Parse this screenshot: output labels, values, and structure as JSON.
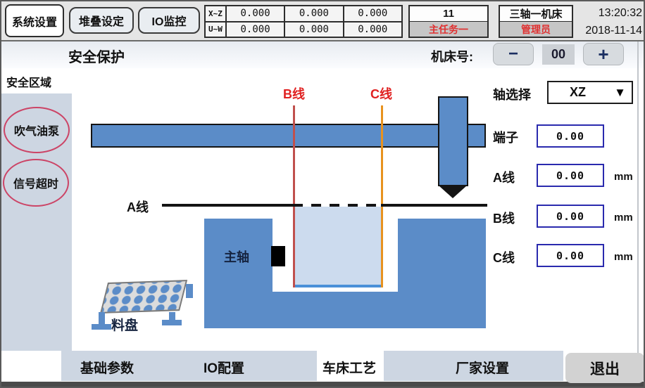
{
  "header": {
    "tabs": [
      {
        "label": "系统设置",
        "active": true
      },
      {
        "label": "堆叠设定",
        "active": false
      },
      {
        "label": "IO监控",
        "active": false
      }
    ],
    "coords": {
      "rows": [
        {
          "label": "X~Z",
          "values": [
            "0.000",
            "0.000",
            "0.000"
          ]
        },
        {
          "label": "U~W",
          "values": [
            "0.000",
            "0.000",
            "0.000"
          ]
        }
      ]
    },
    "task": {
      "number": "11",
      "name": "主任务一"
    },
    "machine": {
      "name": "三轴一机床",
      "user": "管理员"
    },
    "time": "13:20:32",
    "date": "2018-11-14"
  },
  "subheader": {
    "title": "安全保护",
    "machine_no_label": "机床号:",
    "minus_label": "−",
    "machine_no_value": "00",
    "plus_label": "+"
  },
  "sidebar": {
    "tab": "安全区域",
    "alarms": [
      "吹气油泵",
      "信号超时"
    ]
  },
  "diagram": {
    "b_line_label": "B线",
    "c_line_label": "C线",
    "a_line_label": "A线",
    "spindle_label": "主轴",
    "tray_label": "料盘"
  },
  "panel": {
    "axis_label": "轴选择",
    "axis_value": "XZ",
    "dropdown_arrow": "▼",
    "rows": [
      {
        "label": "端子",
        "value": "0.00",
        "unit": ""
      },
      {
        "label": "A线",
        "value": "0.00",
        "unit": "mm"
      },
      {
        "label": "B线",
        "value": "0.00",
        "unit": "mm"
      },
      {
        "label": "C线",
        "value": "0.00",
        "unit": "mm"
      }
    ]
  },
  "footer": {
    "tabs": [
      {
        "label": "基础参数",
        "active": false
      },
      {
        "label": "IO配置",
        "active": false
      },
      {
        "label": "车床工艺",
        "active": true
      },
      {
        "label": "厂家设置",
        "active": false
      }
    ],
    "exit_label": "退出"
  },
  "colors": {
    "machine_blue": "#5b8cc8",
    "pool_fill": "#ccdbee",
    "pool_bottom": "#4a90d8",
    "b_line": "#c0504d",
    "c_line": "#e8921e",
    "alert_red": "#e02020",
    "panel_bg": "#cdd6e2",
    "alarm_ring": "#cc4466",
    "input_border": "#2a2aae"
  }
}
